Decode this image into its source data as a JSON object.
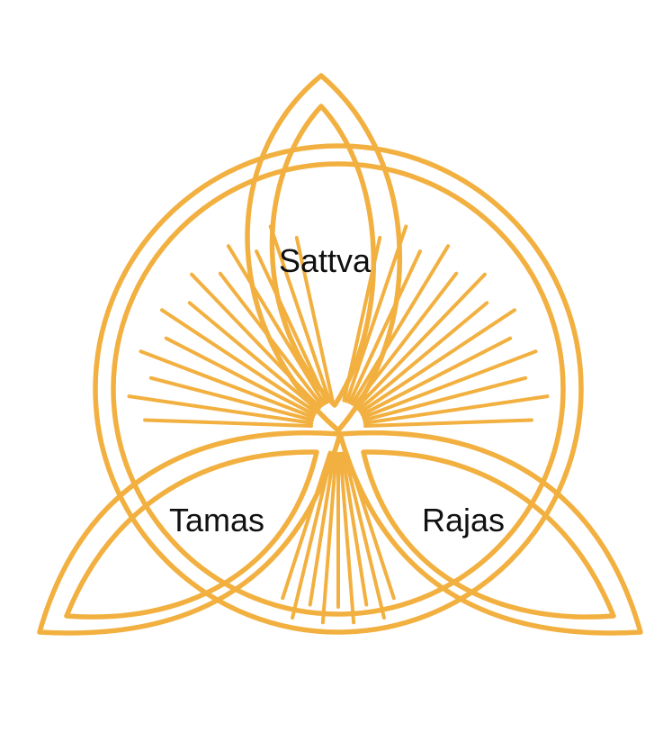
{
  "diagram": {
    "labels": {
      "top": "Sattva",
      "left": "Tamas",
      "right": "Rajas"
    },
    "stroke_color": "#F2B040"
  }
}
